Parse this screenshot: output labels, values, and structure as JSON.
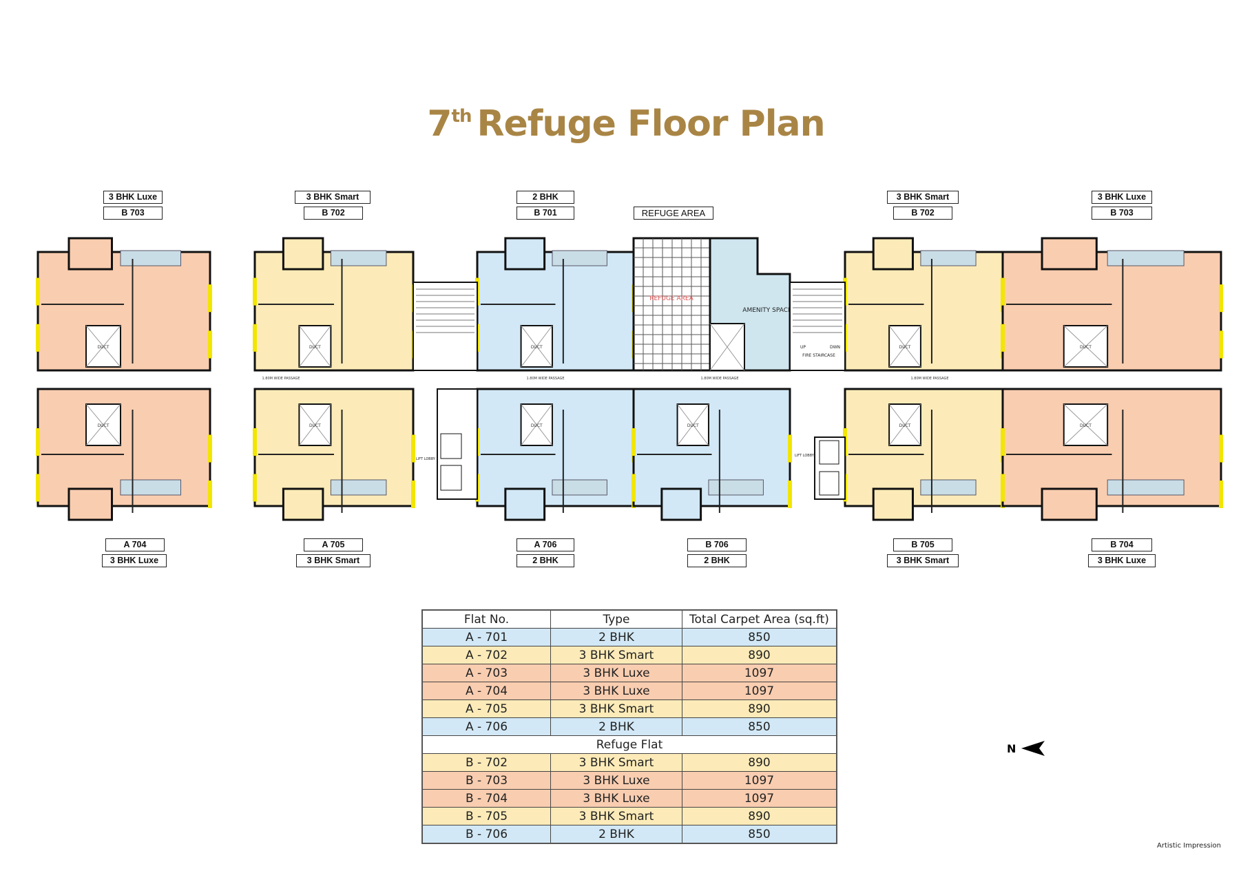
{
  "title": {
    "main_prefix": "7",
    "superscript": "th",
    "main": "Refuge Floor Plan",
    "color": "#a98545"
  },
  "top_labels": [
    {
      "type": "3 BHK Luxe",
      "flat": "B 703"
    },
    {
      "type": "3 BHK Smart",
      "flat": "B 702"
    },
    {
      "type": "2 BHK",
      "flat": "B 701"
    },
    {
      "type": "",
      "flat": "REFUGE AREA"
    },
    {
      "type": "3 BHK Smart",
      "flat": "B 702"
    },
    {
      "type": "3 BHK Luxe",
      "flat": "B 703"
    }
  ],
  "bottom_labels": [
    {
      "flat": "A 704",
      "type": "3 BHK Luxe"
    },
    {
      "flat": "A 705",
      "type": "3 BHK Smart"
    },
    {
      "flat": "A 706",
      "type": "2 BHK"
    },
    {
      "flat": "B 706",
      "type": "2 BHK"
    },
    {
      "flat": "B 705",
      "type": "3 BHK Smart"
    },
    {
      "flat": "B 704",
      "type": "3 BHK Luxe"
    }
  ],
  "plan_text": {
    "refuge_area": "REFUGE AREA",
    "amenity_space": "AMENITY SPACE",
    "fire_staircase": "FIRE STAIRCASE",
    "duct": "DUCT",
    "passage": "1.80M WIDE PASSAGE",
    "lift_lobby": "LIFT LOBBY",
    "up": "UP",
    "down": "DWN"
  },
  "colors": {
    "2bhk": "#d2e8f6",
    "3bhk_smart": "#fcebb8",
    "3bhk_luxe": "#f9cdb0",
    "window": "#f2e600",
    "balcony": "#c9dde6"
  },
  "table": {
    "headers": [
      "Flat No.",
      "Type",
      "Total Carpet Area  (sq.ft)"
    ],
    "rows_a": [
      {
        "flat": "A - 701",
        "type": "2 BHK",
        "area": "850",
        "cls": "c2bhk"
      },
      {
        "flat": "A - 702",
        "type": "3 BHK Smart",
        "area": "890",
        "cls": "csmart"
      },
      {
        "flat": "A - 703",
        "type": "3 BHK Luxe",
        "area": "1097",
        "cls": "cluxe"
      },
      {
        "flat": "A - 704",
        "type": "3 BHK Luxe",
        "area": "1097",
        "cls": "cluxe"
      },
      {
        "flat": "A - 705",
        "type": "3 BHK Smart",
        "area": "890",
        "cls": "csmart"
      },
      {
        "flat": "A - 706",
        "type": "2 BHK",
        "area": "850",
        "cls": "c2bhk"
      }
    ],
    "section_label": "Refuge Flat",
    "rows_b": [
      {
        "flat": "B - 702",
        "type": "3 BHK Smart",
        "area": "890",
        "cls": "csmart"
      },
      {
        "flat": "B - 703",
        "type": "3 BHK Luxe",
        "area": "1097",
        "cls": "cluxe"
      },
      {
        "flat": "B - 704",
        "type": "3 BHK Luxe",
        "area": "1097",
        "cls": "cluxe"
      },
      {
        "flat": "B - 705",
        "type": "3 BHK Smart",
        "area": "890",
        "cls": "csmart"
      },
      {
        "flat": "B - 706",
        "type": "2 BHK",
        "area": "850",
        "cls": "c2bhk"
      }
    ]
  },
  "north": {
    "label": "N",
    "icon": "north-arrow-icon"
  },
  "footer": {
    "note": "Artistic Impression"
  }
}
